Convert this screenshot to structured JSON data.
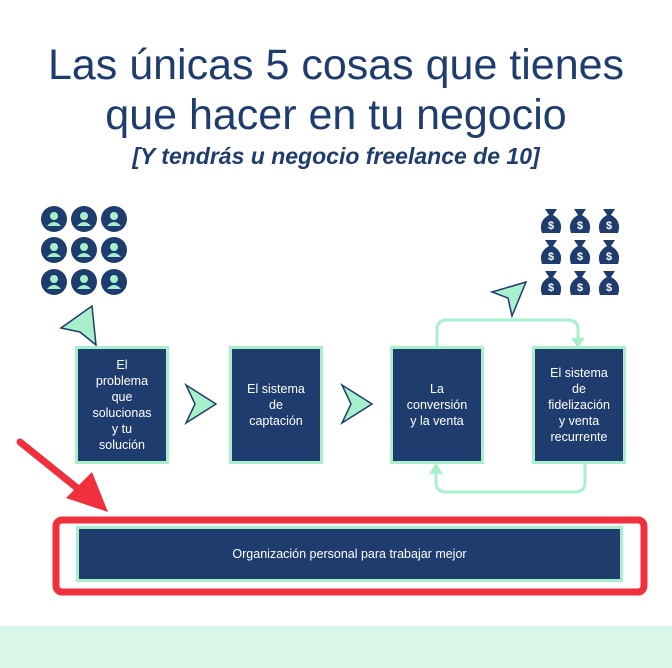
{
  "header": {
    "title_line1": "Las únicas 5 cosas que tienes",
    "title_line2": "que hacer en tu negocio",
    "subtitle": "[Y tendrás u negocio freelance de 10]"
  },
  "icons": {
    "clients_icon": "user-icon",
    "money_icon": "money-bag-icon",
    "arrow_icon": "arrow-icon"
  },
  "steps": [
    {
      "label": "El\nproblema\nque\nsolucionas\ny tu\nsolución"
    },
    {
      "label": "El sistema\nde\ncaptación"
    },
    {
      "label": "La\nconversión\ny la venta"
    },
    {
      "label": "El sistema\nde\nfidelización\ny venta\nrecurrente"
    }
  ],
  "foundation": {
    "label": "Organización personal para trabajar mejor"
  },
  "colors": {
    "navy": "#1f3c6e",
    "mint": "#a8f0cc",
    "highlight_red": "#f0303c",
    "band": "#d8f7e8"
  }
}
